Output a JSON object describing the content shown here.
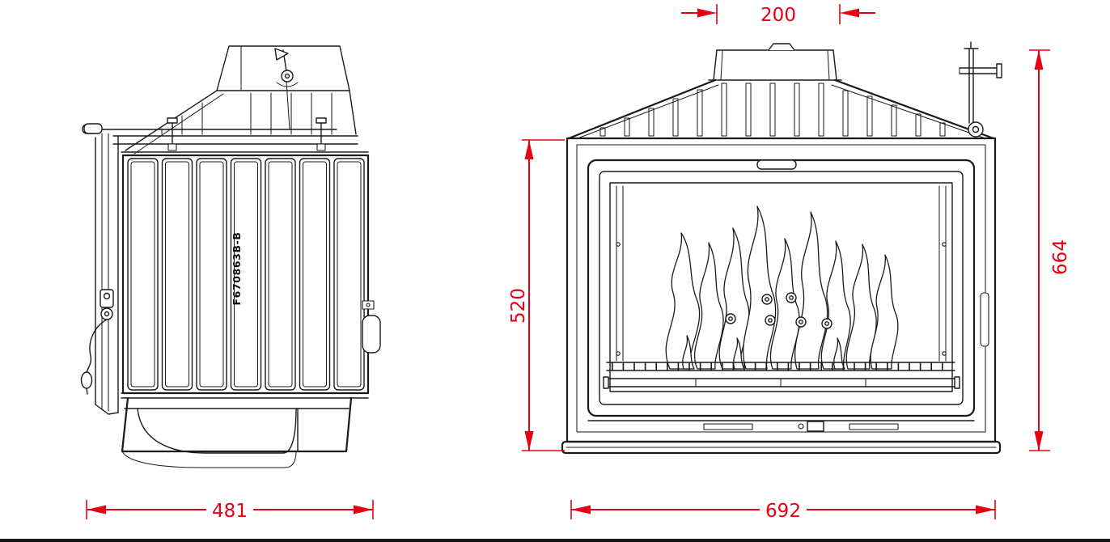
{
  "drawing": {
    "type": "technical-drawing",
    "views": {
      "left": "side-view",
      "right": "front-view"
    },
    "side_view": {
      "model_label": "F670863B-B",
      "width_dim": "481"
    },
    "front_view": {
      "flue_width_dim": "200",
      "firebox_height_dim": "520",
      "total_height_dim": "664",
      "width_dim": "692"
    },
    "colors": {
      "dimension_red": "#e60012",
      "line_black": "#1a1a1a",
      "background": "#ffffff"
    }
  }
}
